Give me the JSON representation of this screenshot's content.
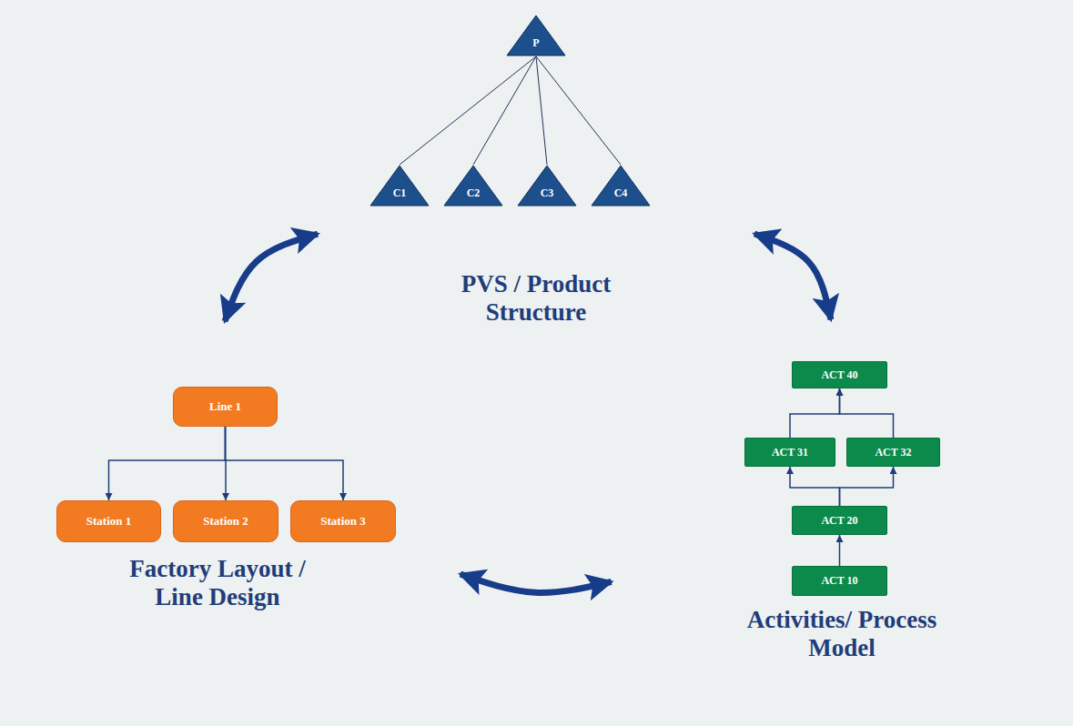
{
  "diagram": {
    "nodes": [
      {
        "text": [
          "PVS / Product Structure"
        ]
      },
      {
        "text": [
          "P"
        ],
        "in": 0
      },
      {
        "text": [
          "C1"
        ],
        "in": 0
      },
      {
        "text": [
          "C2"
        ],
        "in": 0
      },
      {
        "text": [
          "C3"
        ],
        "in": 0
      },
      {
        "text": [
          "C4"
        ],
        "in": 0
      },
      {
        "text": [
          "Factory Layout / Line Design"
        ]
      },
      {
        "text": [
          "Line 1"
        ],
        "in": 6
      },
      {
        "text": [
          "Station 1"
        ],
        "in": 6
      },
      {
        "text": [
          "Station 2"
        ],
        "in": 6
      },
      {
        "text": [
          "Station 3"
        ],
        "in": 6
      },
      {
        "text": [
          "Activities/ Process Model"
        ]
      },
      {
        "text": [
          "ACT 40"
        ],
        "in": 11
      },
      {
        "text": [
          "ACT 31"
        ],
        "in": 11
      },
      {
        "text": [
          "ACT 32"
        ],
        "in": 11
      },
      {
        "text": [
          "ACT 20"
        ],
        "in": 11
      },
      {
        "text": [
          "ACT 10"
        ],
        "in": 11
      }
    ],
    "edges": [
      {
        "from": 1,
        "to": 2,
        "arrow": "none"
      },
      {
        "from": 1,
        "to": 3,
        "arrow": "none"
      },
      {
        "from": 1,
        "to": 4,
        "arrow": "none"
      },
      {
        "from": 1,
        "to": 5,
        "arrow": "none"
      },
      {
        "from": 7,
        "to": 8,
        "arrow": "to"
      },
      {
        "from": 7,
        "to": 9,
        "arrow": "to"
      },
      {
        "from": 7,
        "to": 10,
        "arrow": "to"
      },
      {
        "from": 16,
        "to": 15,
        "arrow": "to"
      },
      {
        "from": 15,
        "to": 13,
        "arrow": "to"
      },
      {
        "from": 15,
        "to": 14,
        "arrow": "to"
      },
      {
        "from": 13,
        "to": 12,
        "arrow": "to"
      },
      {
        "from": 14,
        "to": 12,
        "arrow": "to"
      },
      {
        "from": 0,
        "to": 6,
        "arrow": "both"
      },
      {
        "from": 0,
        "to": 11,
        "arrow": "both"
      },
      {
        "from": 6,
        "to": 11,
        "arrow": "both"
      }
    ]
  }
}
